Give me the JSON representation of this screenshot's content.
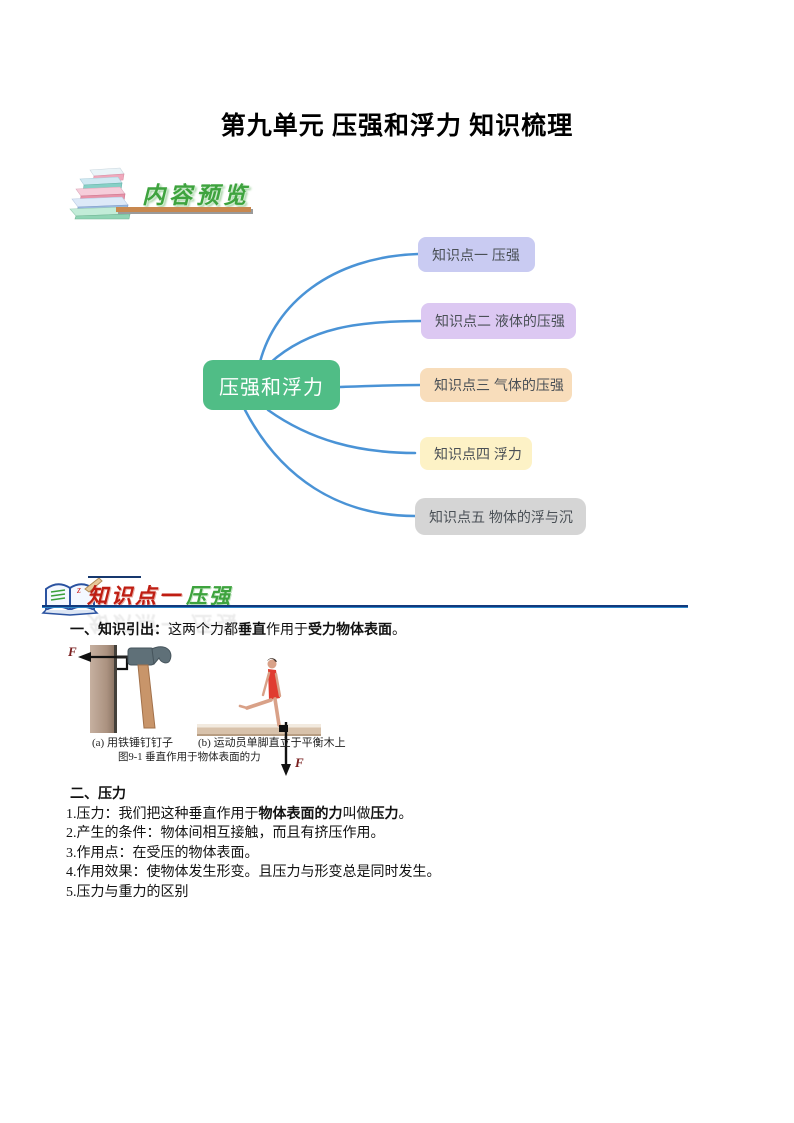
{
  "page": {
    "title": "第九单元 压强和浮力 知识梳理"
  },
  "preview": {
    "header_label": "内容预览"
  },
  "mindmap": {
    "curve_color": "#4a93d6",
    "root": {
      "label": "压强和浮力",
      "color": "#50bd86"
    },
    "nodes": [
      {
        "label": "知识点一  压强",
        "color": "#c9cbf2"
      },
      {
        "label": "知识点二  液体的压强",
        "color": "#dcc8f2"
      },
      {
        "label": "知识点三 气体的压强",
        "color": "#f8ddbb"
      },
      {
        "label": "知识点四 浮力",
        "color": "#fdf2c6"
      },
      {
        "label": "知识点五 物体的浮与沉",
        "color": "#d5d5d5"
      }
    ]
  },
  "section1": {
    "badge_red": "知识点一",
    "badge_green": "压强",
    "reflection": "知识点一  压强",
    "intro": {
      "label": "一、知识引出：",
      "t1": "这两个力都",
      "b1": "垂直",
      "t2": "作用于",
      "b2": "受力物体表面",
      "t3": "。"
    },
    "figure": {
      "force_label_a": "F",
      "force_label_b": "F",
      "label_a": "(a) 用铁锤钉钉子",
      "label_b": "(b) 运动员单脚直立于平衡木上",
      "caption": "图9-1 垂直作用于物体表面的力"
    },
    "pressure": {
      "heading": "二、压力",
      "item1": {
        "prefix": "1.压力：我们把这种垂直作用于",
        "bold1": "物体表面的力",
        "mid": "叫做",
        "bold2": "压力",
        "end": "。"
      },
      "items": [
        "2.产生的条件：物体间相互接触，而且有挤压作用。",
        "3.作用点：在受压的物体表面。",
        "4.作用效果：使物体发生形变。且压力与形变总是同时发生。",
        "5.压力与重力的区别"
      ]
    }
  }
}
